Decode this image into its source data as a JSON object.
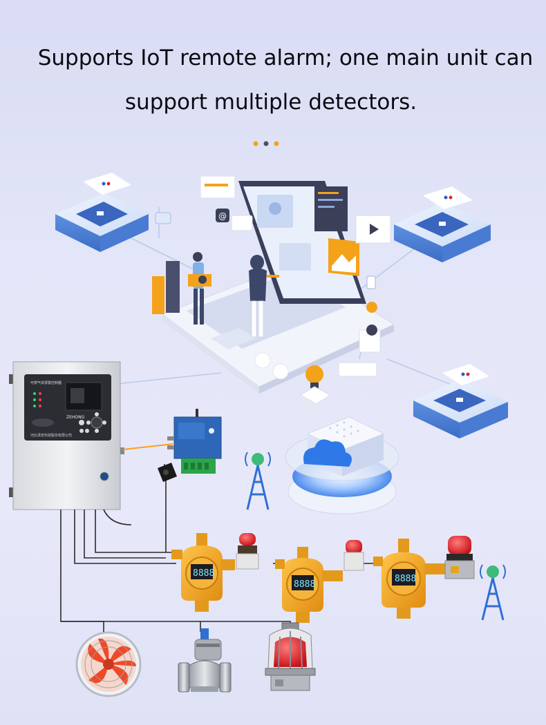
{
  "headline": {
    "line1": "Supports IoT remote alarm; one main unit can",
    "line2": "support multiple detectors."
  },
  "controller": {
    "label_top": "可燃气体报警控制器",
    "brand": "ZEHONG",
    "label_bottom": "河北泽宏科技股份有限公司"
  },
  "detectors": [
    {
      "display": "8888",
      "alarm": "red-strobe"
    },
    {
      "display": "8888",
      "alarm": "red-strobe"
    },
    {
      "display": "8888",
      "alarm": "red-strobe-large"
    }
  ],
  "colors": {
    "accent_orange": "#f4a21a",
    "detector_yellow": "#f2a92a",
    "platform_blue": "#4f8fe6",
    "alarm_red": "#e3242b",
    "wire": "#2a2a2a"
  },
  "icons": [
    "tower-antenna-icon",
    "cloud-server-icon",
    "fan-icon",
    "solenoid-valve-icon",
    "explosion-proof-light-icon",
    "iot-gateway-icon",
    "power-plug-icon"
  ]
}
